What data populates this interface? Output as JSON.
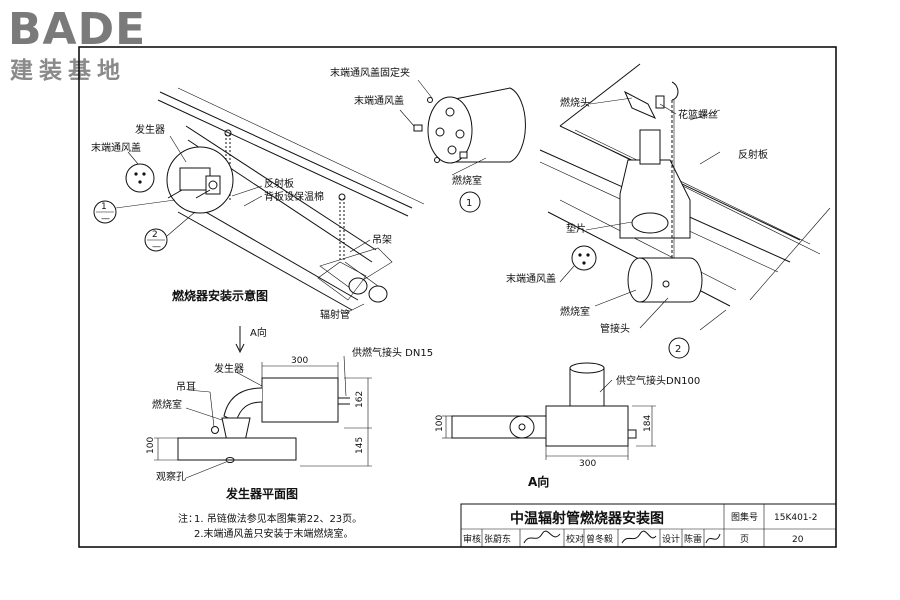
{
  "logo": {
    "brand": "BADE",
    "subtitle": "建装基地"
  },
  "drawing": {
    "schematic": {
      "title": "燃烧器安装示意图",
      "labels": {
        "generator": "发生器",
        "end_cap": "末端通风盖",
        "reflector": "反射板",
        "back_insulation": "背板设保温棉",
        "hanger": "吊架",
        "radiant_tube": "辐射管",
        "callout_1": "1",
        "callout_2": "2",
        "dash": "—"
      }
    },
    "detail1": {
      "callout": "1",
      "labels": {
        "end_cap_clip": "末端通风盖固定夹",
        "end_cap": "末端通风盖",
        "chamber": "燃烧室"
      }
    },
    "detail2": {
      "callout": "2",
      "labels": {
        "burner_head": "燃烧头",
        "turnbuckle": "花篮螺丝",
        "reflector": "反射板",
        "gasket": "垫片",
        "end_cap": "末端通风盖",
        "chamber": "燃烧室",
        "pipe_joint": "管接头"
      }
    },
    "plan": {
      "title": "发生器平面图",
      "arrow_label": "A向",
      "labels": {
        "generator": "发生器",
        "lug": "吊耳",
        "chamber": "燃烧室",
        "sight_hole": "观察孔",
        "gas_joint": "供燃气接头 DN15"
      },
      "dims": {
        "width": "300",
        "upper_h": "162",
        "lower_h": "145",
        "left_h": "100"
      }
    },
    "viewA": {
      "title": "A向",
      "labels": {
        "air_joint": "供空气接头DN100"
      },
      "dims": {
        "width": "300",
        "right_h": "184",
        "left_h": "100"
      }
    },
    "notes": {
      "prefix": "注：",
      "items": [
        "1. 吊链做法参见本图集第22、23页。",
        "2.末端通风盖只安装于末端燃烧室。"
      ]
    },
    "title_block": {
      "title": "中温辐射管燃烧器安装图",
      "atlas_label": "图集号",
      "atlas_no": "15K401-2",
      "page_label": "页",
      "page_no": "20",
      "review_label": "审核",
      "reviewer": "张蔚东",
      "check_label": "校对",
      "checker": "曾冬毅",
      "design_label": "设计",
      "designer": "陈雷"
    }
  }
}
